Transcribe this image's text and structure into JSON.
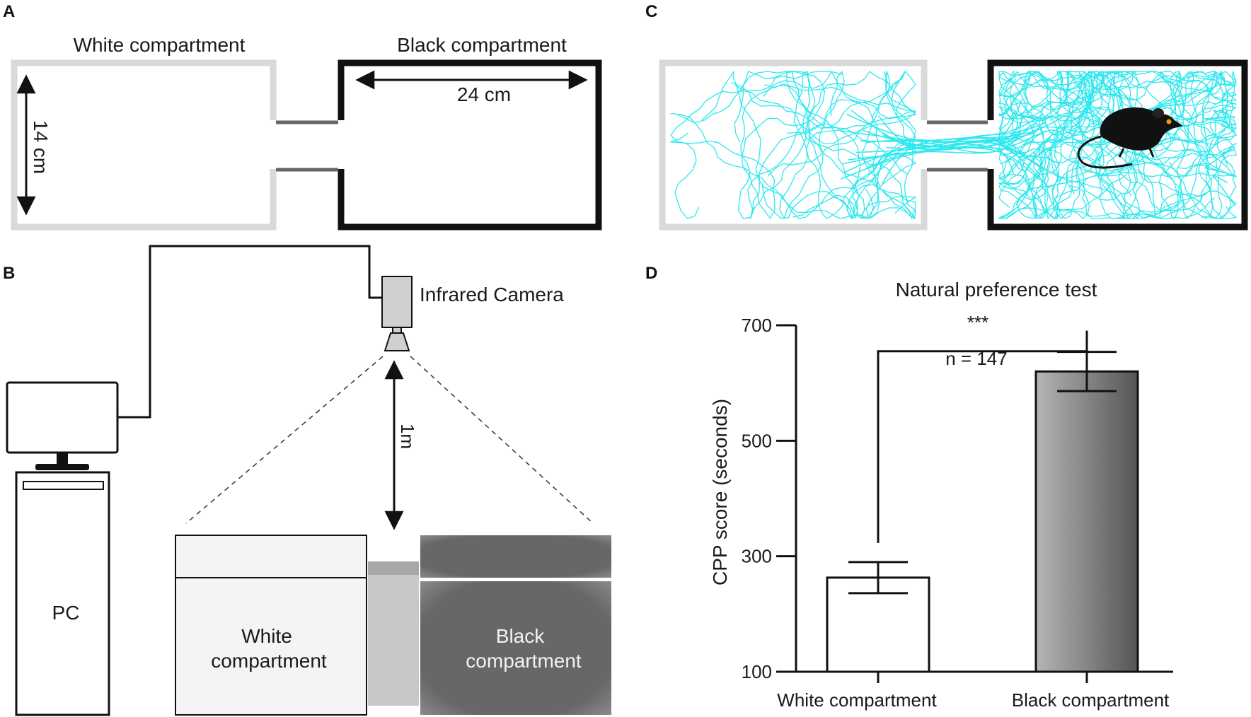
{
  "panels": {
    "a": {
      "letter": "A",
      "white_label": "White compartment",
      "black_label": "Black compartment",
      "length": "24 cm",
      "width": "14 cm"
    },
    "b": {
      "letter": "B",
      "camera": "Infrared Camera",
      "distance": "1m",
      "pc": "PC",
      "white_box_line1": "White",
      "white_box_line2": "compartment",
      "black_box_line1": "Black",
      "black_box_line2": "compartment"
    },
    "c": {
      "letter": "C"
    },
    "d": {
      "letter": "D"
    }
  },
  "colors": {
    "trace": "#2ee8ee",
    "white_wall": "#d9d9d9",
    "black_wall": "#111111",
    "camera": "#d0d0d0",
    "bar_dark": "#555555",
    "bar_light": "#b5b5b5"
  },
  "chart_data": {
    "type": "bar",
    "title": "Natural preference test",
    "ylabel": "CPP score (seconds)",
    "xlabel": "",
    "ylim": [
      100,
      700
    ],
    "yticks": [
      100,
      300,
      500,
      700
    ],
    "categories": [
      "White compartment",
      "Black compartment"
    ],
    "values": [
      263,
      620
    ],
    "errors": [
      27,
      34
    ],
    "annotations": {
      "significance": "***",
      "n": "n = 147"
    }
  }
}
